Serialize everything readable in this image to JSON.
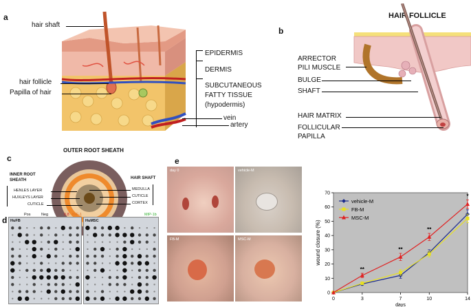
{
  "panel_a": {
    "letter": "a",
    "labels": {
      "hair_shaft": "hair shaft",
      "hair_follicle": "hair follicle",
      "papilla": "Papilla of hair",
      "epidermis": "EPIDERMIS",
      "dermis": "DERMIS",
      "subcutaneous_1": "SUBCUTANEOUS",
      "subcutaneous_2": "FATTY TISSUE",
      "subcutaneous_3": "(hypodermis)",
      "vein": "vein",
      "artery": "artery"
    }
  },
  "panel_b": {
    "letter": "b",
    "title": "HAIR FOLLICLE",
    "labels": {
      "arrector_1": "ARRECTOR",
      "arrector_2": "PILI MUSCLE",
      "bulge": "BULGE",
      "shaft": "SHAFT",
      "matrix": "HAIR MATRIX",
      "papilla_1": "FOLLICULAR",
      "papilla_2": "PAPILLA"
    }
  },
  "panel_c": {
    "letter": "c",
    "title": "OUTER ROOT SHEATH",
    "left_heading_1": "INNER ROOT",
    "left_heading_2": "SHEATH",
    "left_items": [
      "HENLES LAYER",
      "HUXLEYS LAYER",
      "CUTICLE"
    ],
    "right_heading": "HAIR SHAFT",
    "right_items": [
      "MEDULLA",
      "CUTICLE",
      "CORTEX"
    ],
    "colors": {
      "outer": "#7a5e5e",
      "ring2": "#e9c79a",
      "ring3": "#ef8a2c",
      "ring4": "#f2cfa0",
      "ring5": "#a08a6a",
      "core": "#6b4a1a"
    }
  },
  "panel_d": {
    "letter": "d",
    "blot1": {
      "name": "HuFB",
      "pos": "Pos",
      "neg": "Neg",
      "il8": "IL8",
      "igf": "IGF-1",
      "il8_color": "#d42020",
      "igf_color": "#e07020"
    },
    "blot2": {
      "name": "HuMSC",
      "mip": "MIP-1b",
      "mip_color": "#30b030"
    }
  },
  "panel_e": {
    "letter": "e",
    "photos": [
      "day 0",
      "vehicle-M",
      "FB-M",
      "MSC-M"
    ]
  },
  "chart_data": {
    "type": "line",
    "x": [
      0,
      3,
      7,
      10,
      14
    ],
    "xlabel": "days",
    "ylabel": "wound closure (%)",
    "ylim": [
      0,
      70
    ],
    "yticks": [
      0,
      10,
      20,
      30,
      40,
      50,
      60,
      70
    ],
    "xticks": [
      0,
      3,
      7,
      10,
      14
    ],
    "grid": false,
    "background": "#c0c0c0",
    "legend_position": "top-left",
    "series": [
      {
        "name": "vehicle-M",
        "values": [
          0,
          6,
          12,
          28,
          55
        ],
        "errors": [
          0,
          1,
          2,
          2,
          3
        ],
        "color": "#1a2a8c",
        "marker": "diamond"
      },
      {
        "name": "FB-M",
        "values": [
          0,
          6.5,
          14,
          27,
          52
        ],
        "errors": [
          0,
          1,
          2,
          2,
          3
        ],
        "color": "#e8e020",
        "marker": "square"
      },
      {
        "name": "MSC-M",
        "values": [
          0,
          12,
          25,
          39,
          62
        ],
        "errors": [
          0,
          1.5,
          2.5,
          2.5,
          3
        ],
        "color": "#e02020",
        "marker": "triangle"
      }
    ],
    "annotations": [
      {
        "x": 3,
        "text": "**"
      },
      {
        "x": 7,
        "text": "**"
      },
      {
        "x": 10,
        "text": "**"
      },
      {
        "x": 14,
        "text": "*"
      }
    ]
  }
}
